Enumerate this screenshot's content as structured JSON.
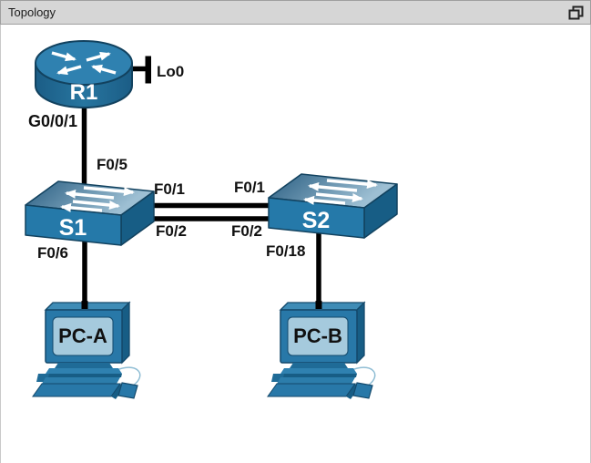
{
  "panel": {
    "title": "Topology",
    "restore_icon": "restore-window-icon"
  },
  "diagram": {
    "labels": {
      "r1": "R1",
      "s1": "S1",
      "s2": "S2",
      "pca": "PC-A",
      "pcb": "PC-B",
      "lo0": "Lo0",
      "g001": "G0/0/1",
      "f05": "F0/5",
      "s1_f01": "F0/1",
      "s2_f01": "F0/1",
      "s1_f02": "F0/2",
      "s2_f02": "F0/2",
      "f06": "F0/6",
      "f018": "F0/18"
    },
    "devices": [
      {
        "id": "R1",
        "type": "router",
        "label": "R1"
      },
      {
        "id": "S1",
        "type": "switch",
        "label": "S1"
      },
      {
        "id": "S2",
        "type": "switch",
        "label": "S2"
      },
      {
        "id": "PC-A",
        "type": "pc",
        "label": "PC-A"
      },
      {
        "id": "PC-B",
        "type": "pc",
        "label": "PC-B"
      }
    ],
    "links": [
      {
        "from": "R1",
        "from_if": "",
        "to": "loopback",
        "to_if": "Lo0"
      },
      {
        "from": "R1",
        "from_if": "G0/0/1",
        "to": "S1",
        "to_if": "F0/5"
      },
      {
        "from": "S1",
        "from_if": "F0/1",
        "to": "S2",
        "to_if": "F0/1"
      },
      {
        "from": "S1",
        "from_if": "F0/2",
        "to": "S2",
        "to_if": "F0/2"
      },
      {
        "from": "S1",
        "from_if": "F0/6",
        "to": "PC-A",
        "to_if": ""
      },
      {
        "from": "S2",
        "from_if": "F0/18",
        "to": "PC-B",
        "to_if": ""
      }
    ],
    "colors": {
      "device_blue": "#2878a8",
      "device_blue_light": "#3f8cb6",
      "device_blue_dark": "#175d85",
      "device_outline": "#14496b",
      "screen_blue": "#a5cadd",
      "link_black": "#000000",
      "titlebar_gray": "#d6d6d6",
      "label_text": "#111111"
    }
  }
}
